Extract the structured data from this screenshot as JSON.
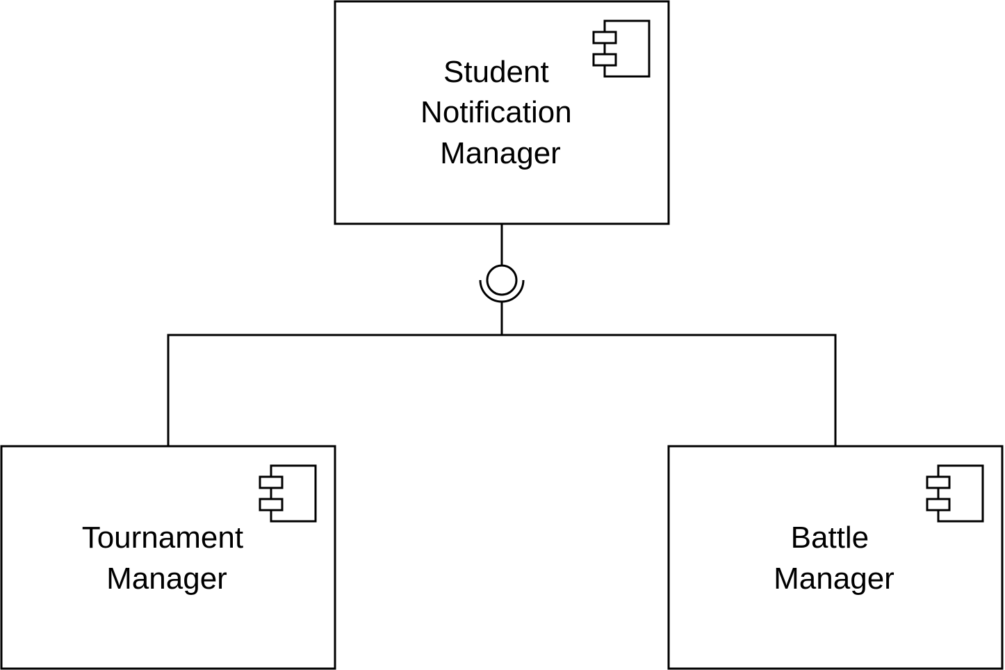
{
  "diagram": {
    "type": "uml-component-diagram",
    "components": [
      {
        "id": "student-notification-manager",
        "lines": [
          "Student",
          "Notification",
          "Manager"
        ],
        "stereotype_icon": "component-icon"
      },
      {
        "id": "tournament-manager",
        "lines": [
          "Tournament",
          "Manager"
        ],
        "stereotype_icon": "component-icon"
      },
      {
        "id": "battle-manager",
        "lines": [
          "Battle",
          "Manager"
        ],
        "stereotype_icon": "component-icon"
      }
    ],
    "connections": [
      {
        "provider": "student-notification-manager",
        "interface_notation": "lollipop-ball",
        "consumers": [
          "tournament-manager",
          "battle-manager"
        ],
        "consumer_notation": "socket"
      }
    ],
    "colors": {
      "stroke": "#000000",
      "fill": "#ffffff",
      "background": "#ffffff"
    }
  }
}
